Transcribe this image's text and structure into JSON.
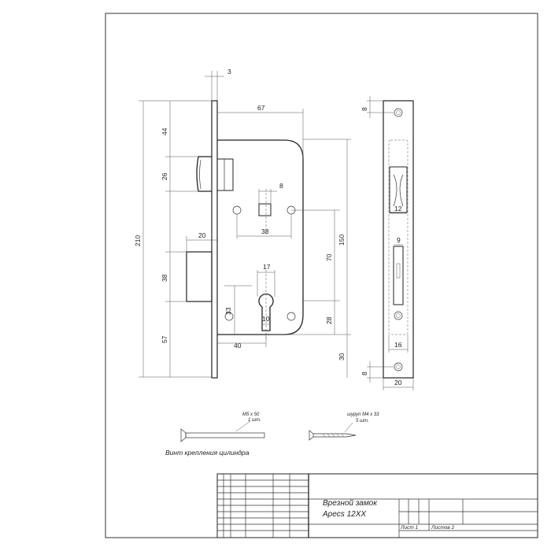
{
  "dimensions": {
    "d3": "3",
    "d67": "67",
    "d44": "44",
    "d26": "26",
    "d210": "210",
    "d20_bolt": "20",
    "d38_bolt": "38",
    "d57": "57",
    "d8_square": "8",
    "d38_holes": "38",
    "d17": "17",
    "d33": "33",
    "d10": "10",
    "d70": "70",
    "d150": "150",
    "d28": "28",
    "d40": "40",
    "d30": "30",
    "d8_top": "8",
    "d12": "12",
    "d9": "9",
    "d16": "16",
    "d8_bottom": "8",
    "d20_plate": "20"
  },
  "fasteners": {
    "screw_label": "M5 x 50",
    "screw_qty": "1 шт.",
    "screw_caption": "Винт крепления цилиндра",
    "wood_screw_label": "шуруп М4 x 33",
    "wood_screw_qty": "5 шт."
  },
  "title_block": {
    "title_line1": "Врезной замок",
    "title_line2": "Apecs 12XX",
    "sheet_label": "Лист 1",
    "sheets_label": "Листов 2"
  }
}
